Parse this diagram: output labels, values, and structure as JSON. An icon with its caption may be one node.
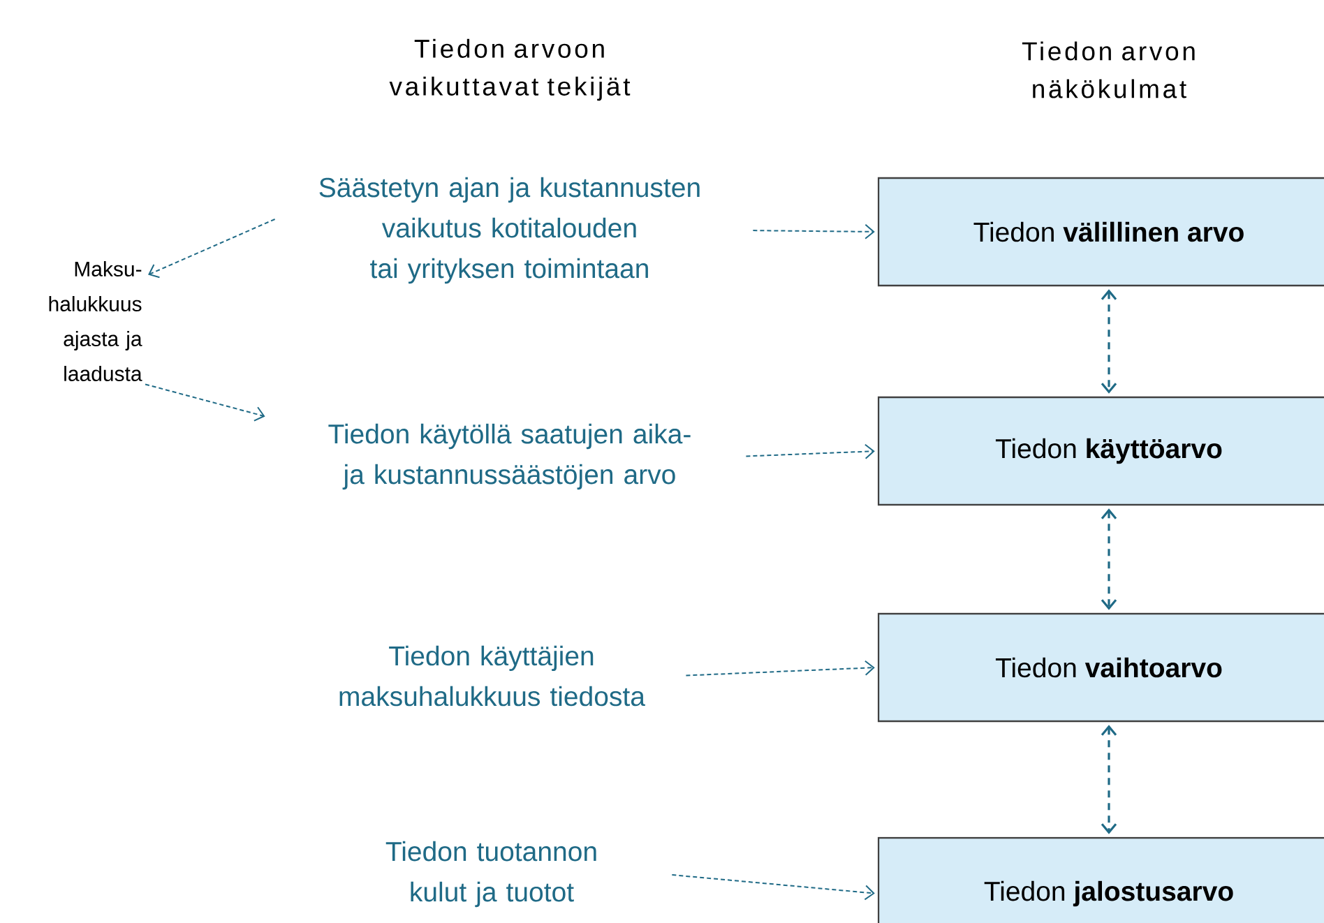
{
  "diagram": {
    "nodes": [
      {
        "text": [
          "Maksu- halukkuus ajasta ja laadusta"
        ]
      },
      {
        "text": [
          "Säästetyn ajan ja kustannusten vaikutus kotitalouden tai yrityksen toimintaan"
        ]
      },
      {
        "text": [
          "Tiedon käytöllä saatujen aika- ja kustannussäästöjen arvo"
        ]
      },
      {
        "text": [
          "Tiedon käyttäjien maksuhalukkuus tiedosta"
        ]
      },
      {
        "text": [
          "Tiedon tuotannon kulut ja tuotot"
        ]
      },
      {
        "text": [
          "Tiedon **välillinen arvo**"
        ]
      },
      {
        "text": [
          "Tiedon **käyttöarvo**"
        ]
      },
      {
        "text": [
          "Tiedon **vaihtoarvo**"
        ]
      },
      {
        "text": [
          "Tiedon **jalostusarvo**"
        ]
      }
    ],
    "edges": [
      {
        "from": 1,
        "to": 0,
        "arrow": "to",
        "style": "dashed"
      },
      {
        "from": 0,
        "to": 2,
        "arrow": "to",
        "style": "dashed"
      },
      {
        "from": 1,
        "to": 5,
        "arrow": "to",
        "style": "dashed"
      },
      {
        "from": 2,
        "to": 6,
        "arrow": "to",
        "style": "dashed"
      },
      {
        "from": 3,
        "to": 7,
        "arrow": "to",
        "style": "dashed"
      },
      {
        "from": 4,
        "to": 8,
        "arrow": "to",
        "style": "dashed"
      },
      {
        "from": 5,
        "to": 6,
        "arrow": "both",
        "style": "dashed"
      },
      {
        "from": 6,
        "to": 7,
        "arrow": "both",
        "style": "dashed"
      },
      {
        "from": 7,
        "to": 8,
        "arrow": "both",
        "style": "dashed"
      }
    ],
    "labels": [
      "Tiedon arvoon vaikuttavat tekijät",
      "Tiedon arvon näkökulmat"
    ]
  }
}
